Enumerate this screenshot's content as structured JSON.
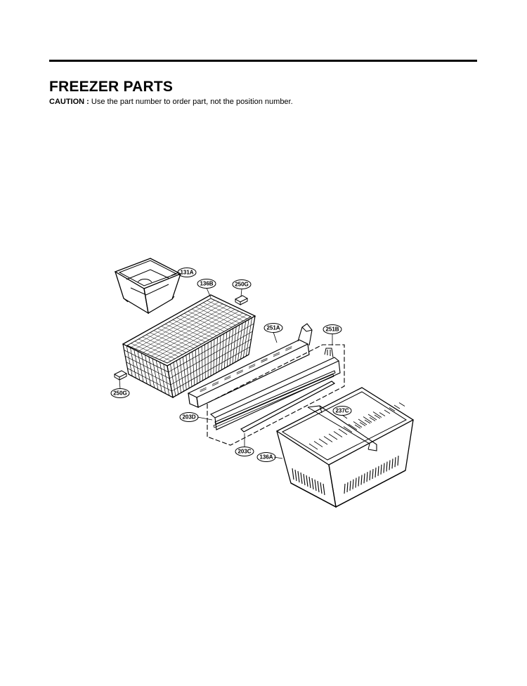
{
  "header": {
    "title": "FREEZER PARTS",
    "caution_label": "CAUTION :",
    "caution_text": "Use the part number to order part, not the position number."
  },
  "callouts": {
    "c131A": "131A",
    "c136B": "136B",
    "c250G_top": "250G",
    "c251A": "251A",
    "c251B": "251B",
    "c250G_left": "250G",
    "c237C": "237C",
    "c203D": "203D",
    "c203C": "203C",
    "c136A": "136A"
  }
}
